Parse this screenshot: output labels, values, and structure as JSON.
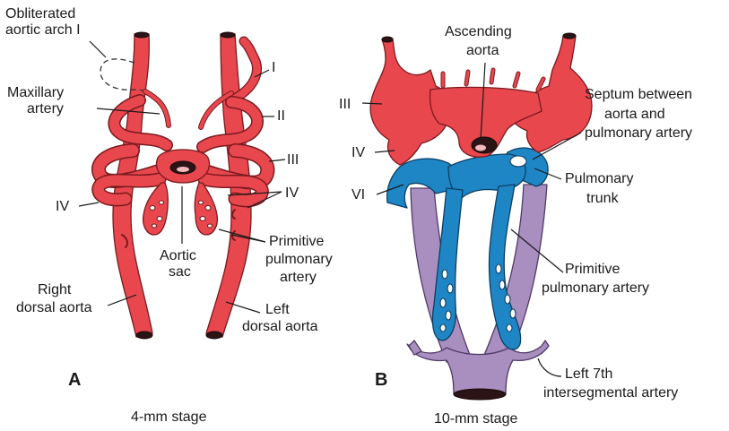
{
  "panel_a": {
    "letter": "A",
    "stage": "4-mm stage",
    "labels": {
      "obliterated_line1": "Obliterated",
      "obliterated_line2": "aortic arch I",
      "maxillary_line1": "Maxillary",
      "maxillary_line2": "artery",
      "arch_I": "I",
      "arch_II": "II",
      "arch_III": "III",
      "arch_IV_right": "IV",
      "arch_IV_left": "IV",
      "aortic_sac_line1": "Aortic",
      "aortic_sac_line2": "sac",
      "primitive_line1": "Primitive",
      "primitive_line2": "pulmonary",
      "primitive_line3": "artery",
      "right_dorsal_line1": "Right",
      "right_dorsal_line2": "dorsal aorta",
      "left_dorsal_line1": "Left",
      "left_dorsal_line2": "dorsal aorta"
    }
  },
  "panel_b": {
    "letter": "B",
    "stage": "10-mm stage",
    "labels": {
      "ascending_line1": "Ascending",
      "ascending_line2": "aorta",
      "arch_III": "III",
      "arch_IV": "IV",
      "arch_VI": "VI",
      "septum_line1": "Septum between",
      "septum_line2": "aorta and",
      "septum_line3": "pulmonary artery",
      "trunk_line1": "Pulmonary",
      "trunk_line2": "trunk",
      "primitive_line1": "Primitive",
      "primitive_line2": "pulmonary artery",
      "left7_line1": "Left 7th",
      "left7_line2": "intersegmental artery"
    }
  },
  "colors": {
    "aortic_red": "#e8474e",
    "pulmonary_blue": "#1f86c6",
    "dorsal_aorta_purple": "#a98fc0"
  }
}
